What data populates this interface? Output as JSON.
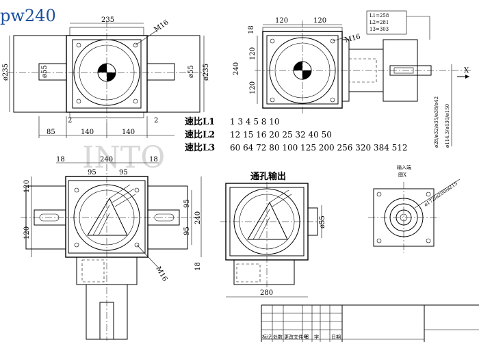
{
  "title": "pw240",
  "watermark": "INTO",
  "top_left_view": {
    "width_dim": "235",
    "thread": "M16",
    "left_shaft_dia": "ø235",
    "left_bore": "ø55",
    "right_bore": "ø55",
    "right_shaft_dia": "ø235",
    "dim_85": "85",
    "dim_140_left": "140",
    "dim_140_right": "140",
    "dim_2_left": "2",
    "dim_2_right": "2"
  },
  "top_right_view": {
    "dim_18": "18",
    "dim_120_a": "120",
    "dim_120_b": "120",
    "dim_240": "240",
    "dim_120_c": "120",
    "dim_120_d": "120",
    "thread": "M16",
    "length_notes": [
      "L1=258",
      "L2=281",
      "13=303"
    ],
    "shaft_dims": [
      "ø28/ø32/ø35/ø38/ø42",
      "ø114.3/ø130/ø150"
    ],
    "section_mark": "X"
  },
  "ratios": [
    {
      "label": "速比L1",
      "values": "1  3  4  5  8  10"
    },
    {
      "label": "速比L2",
      "values": "12  15  16  20  25  32  40  50"
    },
    {
      "label": "速比L3",
      "values": "60  64  72  80  100  125  200  256  320  384  512"
    }
  ],
  "bottom_left_view": {
    "dim_18_a": "18",
    "dim_240": "240",
    "dim_18_b": "18",
    "dim_95_a": "95",
    "dim_95_b": "95",
    "dim_120_a": "120",
    "dim_120_b": "120",
    "dim_95_c": "95",
    "dim_95_d": "95",
    "dim_240_side": "240",
    "thread": "M16",
    "dim_18_c": "18"
  },
  "bottom_mid_view": {
    "caption": "通孔输出",
    "bore": "ø55",
    "dim_280": "280"
  },
  "bottom_right_view": {
    "header": [
      "输入端",
      "图X"
    ],
    "flange_dims": "ø172/ø200/ø215"
  },
  "title_block": {
    "columns": [
      "标记",
      "处数",
      "更改文件号",
      "签",
      "字",
      "日期"
    ]
  }
}
